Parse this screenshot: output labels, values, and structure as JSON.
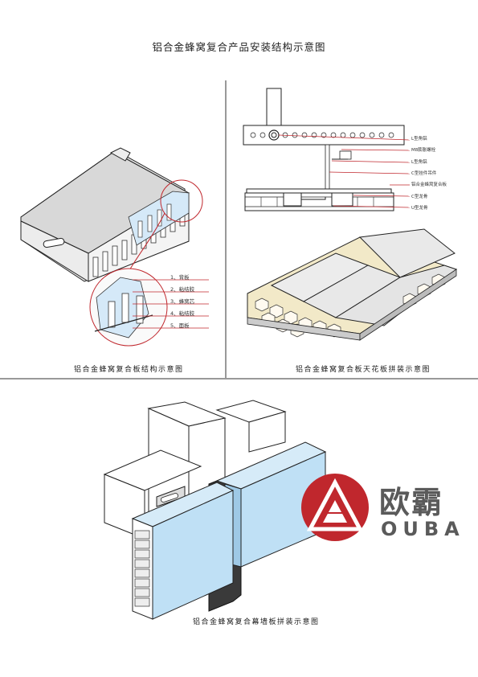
{
  "title": "铝合金蜂窝复合产品安装结构示意图",
  "panels": {
    "structure": {
      "caption": "铝合金蜂窝复合板结构示意图",
      "layers": [
        "1、背板",
        "2、粘结胶",
        "3、蜂窝芯",
        "4、粘结胶",
        "5、面板"
      ]
    },
    "ceiling": {
      "caption": "铝合金蜂窝复合板天花板拼装示意图",
      "labels": [
        "L型角铝",
        "M8膨胀螺栓",
        "L型角铝",
        "C型挂件吊件",
        "铝合金蜂窝复合板",
        "C型龙骨",
        "U型龙骨"
      ]
    },
    "curtain_wall": {
      "caption": "铝合金蜂窝复合幕墙板拼装示意图"
    }
  },
  "brand": {
    "name_cn": "欧霸",
    "name_en": "OUBA",
    "color": "#c0272d"
  },
  "colors": {
    "divider": "#333333",
    "leader": "#c0272d",
    "panel_blue": "#bfe0f5"
  }
}
